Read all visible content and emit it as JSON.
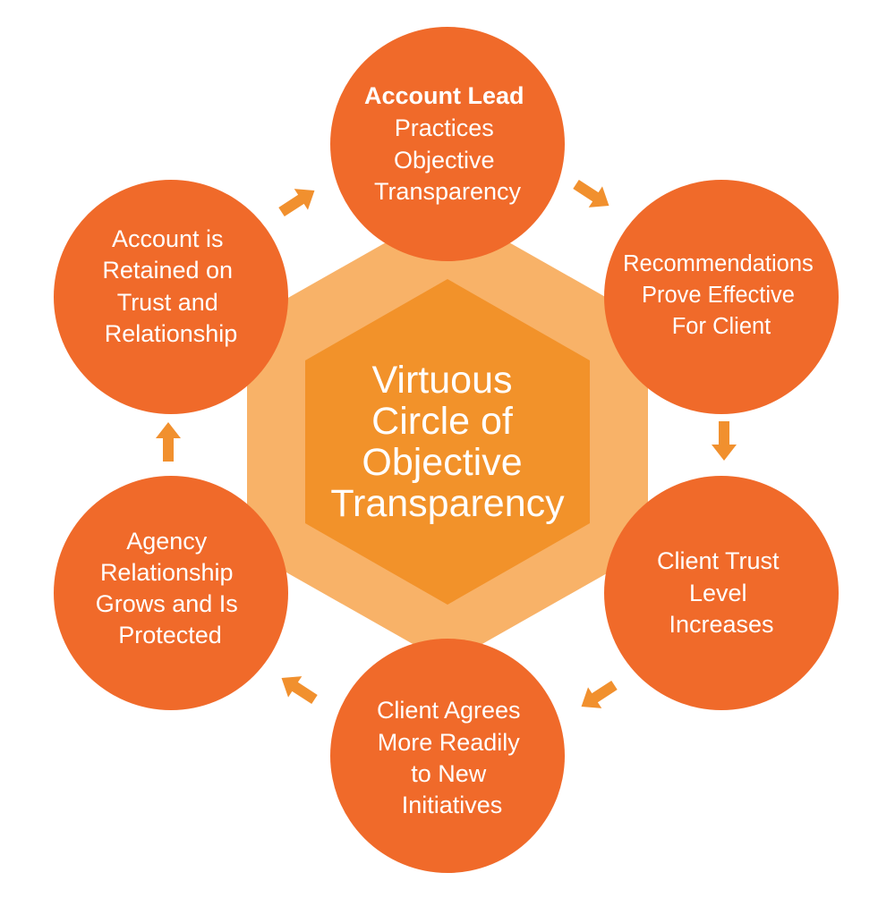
{
  "diagram": {
    "center": {
      "lines": [
        "Virtuous",
        "Circle of",
        "Objective",
        "Transparency"
      ]
    },
    "nodes": [
      {
        "lines": [
          "Account Lead",
          "Practices",
          "Objective",
          "Transparency"
        ]
      },
      {
        "lines": [
          "Recommendations",
          "Prove Effective",
          "For Client"
        ]
      },
      {
        "lines": [
          "Client Trust",
          "Level",
          "Increases"
        ]
      },
      {
        "lines": [
          "Client Agrees",
          "More Readily",
          "to New",
          "Initiatives"
        ]
      },
      {
        "lines": [
          "Agency",
          "Relationship",
          "Grows and Is",
          "Protected"
        ]
      },
      {
        "lines": [
          "Account is",
          "Retained on",
          "Trust and",
          "Relationship"
        ]
      }
    ],
    "colors": {
      "node_fill": "#f06a2a",
      "arrow_fill": "#f1902e",
      "outer_hexagon": "#f8b268",
      "inner_hexagon": "#f2922a",
      "text": "#ffffff"
    }
  }
}
